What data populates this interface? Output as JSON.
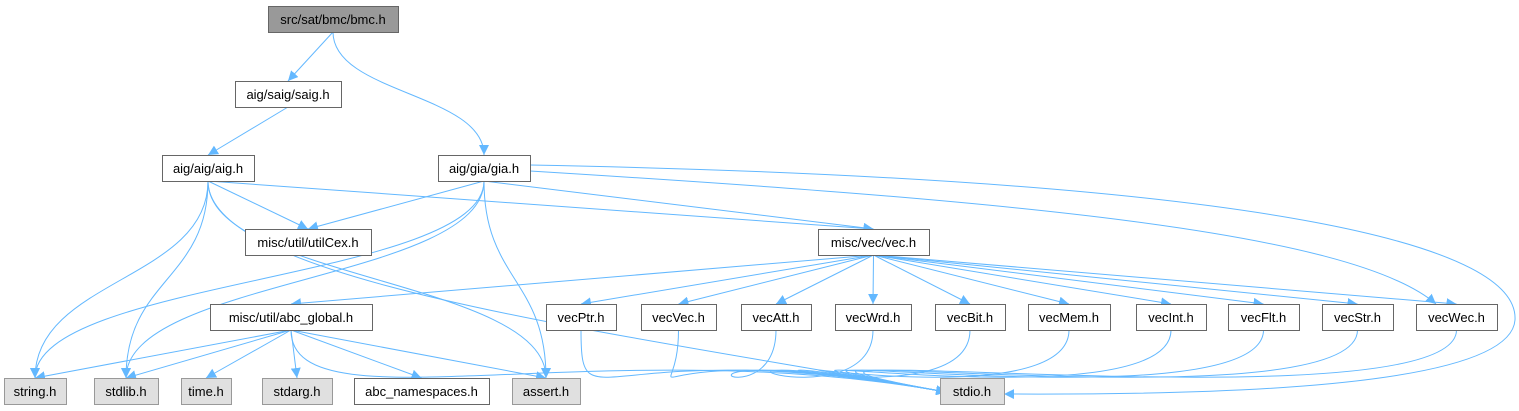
{
  "colors": {
    "edge": "#63b8ff",
    "root_fill": "#999999",
    "root_border": "#666666",
    "project_fill": "#ffffff",
    "project_border": "#666666",
    "system_fill": "#e0e0e0",
    "system_border": "#999999"
  },
  "nodes": [
    {
      "id": "bmc",
      "label": "src/sat/bmc/bmc.h",
      "kind": "root"
    },
    {
      "id": "saig",
      "label": "aig/saig/saig.h",
      "kind": "project"
    },
    {
      "id": "aig",
      "label": "aig/aig/aig.h",
      "kind": "project"
    },
    {
      "id": "gia",
      "label": "aig/gia/gia.h",
      "kind": "project"
    },
    {
      "id": "utilCex",
      "label": "misc/util/utilCex.h",
      "kind": "project"
    },
    {
      "id": "vec",
      "label": "misc/vec/vec.h",
      "kind": "project"
    },
    {
      "id": "abc_global",
      "label": "misc/util/abc_global.h",
      "kind": "project"
    },
    {
      "id": "vecPtr",
      "label": "vecPtr.h",
      "kind": "project"
    },
    {
      "id": "vecVec",
      "label": "vecVec.h",
      "kind": "project"
    },
    {
      "id": "vecAtt",
      "label": "vecAtt.h",
      "kind": "project"
    },
    {
      "id": "vecWrd",
      "label": "vecWrd.h",
      "kind": "project"
    },
    {
      "id": "vecBit",
      "label": "vecBit.h",
      "kind": "project"
    },
    {
      "id": "vecMem",
      "label": "vecMem.h",
      "kind": "project"
    },
    {
      "id": "vecInt",
      "label": "vecInt.h",
      "kind": "project"
    },
    {
      "id": "vecFlt",
      "label": "vecFlt.h",
      "kind": "project"
    },
    {
      "id": "vecStr",
      "label": "vecStr.h",
      "kind": "project"
    },
    {
      "id": "vecWec",
      "label": "vecWec.h",
      "kind": "project"
    },
    {
      "id": "string",
      "label": "string.h",
      "kind": "system"
    },
    {
      "id": "stdlib",
      "label": "stdlib.h",
      "kind": "system"
    },
    {
      "id": "time",
      "label": "time.h",
      "kind": "system"
    },
    {
      "id": "stdarg",
      "label": "stdarg.h",
      "kind": "system"
    },
    {
      "id": "abc_namespaces",
      "label": "abc_namespaces.h",
      "kind": "project"
    },
    {
      "id": "assert",
      "label": "assert.h",
      "kind": "system"
    },
    {
      "id": "stdio",
      "label": "stdio.h",
      "kind": "system"
    }
  ],
  "edges": [
    [
      "bmc",
      "saig"
    ],
    [
      "bmc",
      "gia"
    ],
    [
      "saig",
      "aig"
    ],
    [
      "aig",
      "utilCex"
    ],
    [
      "aig",
      "vec"
    ],
    [
      "aig",
      "string"
    ],
    [
      "aig",
      "stdlib"
    ],
    [
      "aig",
      "assert"
    ],
    [
      "aig",
      "stdio"
    ],
    [
      "gia",
      "utilCex"
    ],
    [
      "gia",
      "vec"
    ],
    [
      "gia",
      "string"
    ],
    [
      "gia",
      "stdlib"
    ],
    [
      "gia",
      "assert"
    ],
    [
      "gia",
      "stdio"
    ],
    [
      "gia",
      "vecWec"
    ],
    [
      "vec",
      "abc_global"
    ],
    [
      "vec",
      "vecPtr"
    ],
    [
      "vec",
      "vecVec"
    ],
    [
      "vec",
      "vecAtt"
    ],
    [
      "vec",
      "vecWrd"
    ],
    [
      "vec",
      "vecBit"
    ],
    [
      "vec",
      "vecMem"
    ],
    [
      "vec",
      "vecInt"
    ],
    [
      "vec",
      "vecFlt"
    ],
    [
      "vec",
      "vecStr"
    ],
    [
      "vec",
      "vecWec"
    ],
    [
      "abc_global",
      "string"
    ],
    [
      "abc_global",
      "stdlib"
    ],
    [
      "abc_global",
      "time"
    ],
    [
      "abc_global",
      "stdarg"
    ],
    [
      "abc_global",
      "abc_namespaces"
    ],
    [
      "abc_global",
      "assert"
    ],
    [
      "abc_global",
      "stdio"
    ],
    [
      "vecPtr",
      "stdio"
    ],
    [
      "vecVec",
      "stdio"
    ],
    [
      "vecAtt",
      "stdio"
    ],
    [
      "vecWrd",
      "stdio"
    ],
    [
      "vecBit",
      "stdio"
    ],
    [
      "vecMem",
      "stdio"
    ],
    [
      "vecInt",
      "stdio"
    ],
    [
      "vecFlt",
      "stdio"
    ],
    [
      "vecStr",
      "stdio"
    ],
    [
      "vecWec",
      "stdio"
    ]
  ]
}
